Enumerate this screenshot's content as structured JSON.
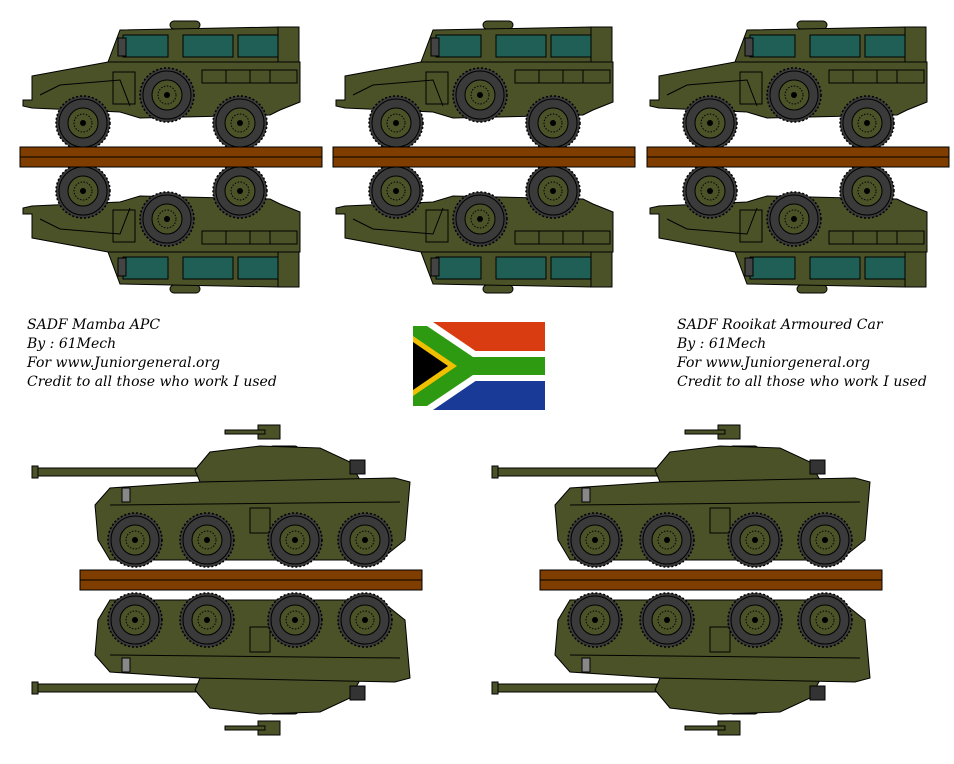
{
  "left_caption": {
    "title": "SADF Mamba APC",
    "author": "By : 61Mech",
    "site": "For www.Juniorgeneral.org",
    "credit": "Credit to all those who work I used"
  },
  "right_caption": {
    "title": "SADF Rooikat Armoured Car",
    "author": "By : 61Mech",
    "site": "For www.Juniorgeneral.org",
    "credit": "Credit to all those who work I used"
  },
  "colors": {
    "olive": "#4b5228",
    "window": "#1f5f55",
    "tire": "#3a3a3a",
    "plank": "#7f3d00",
    "flag_red": "#d83c10",
    "flag_green": "#2e9a12",
    "flag_blue": "#1a3a98",
    "flag_yellow": "#f0c000"
  }
}
